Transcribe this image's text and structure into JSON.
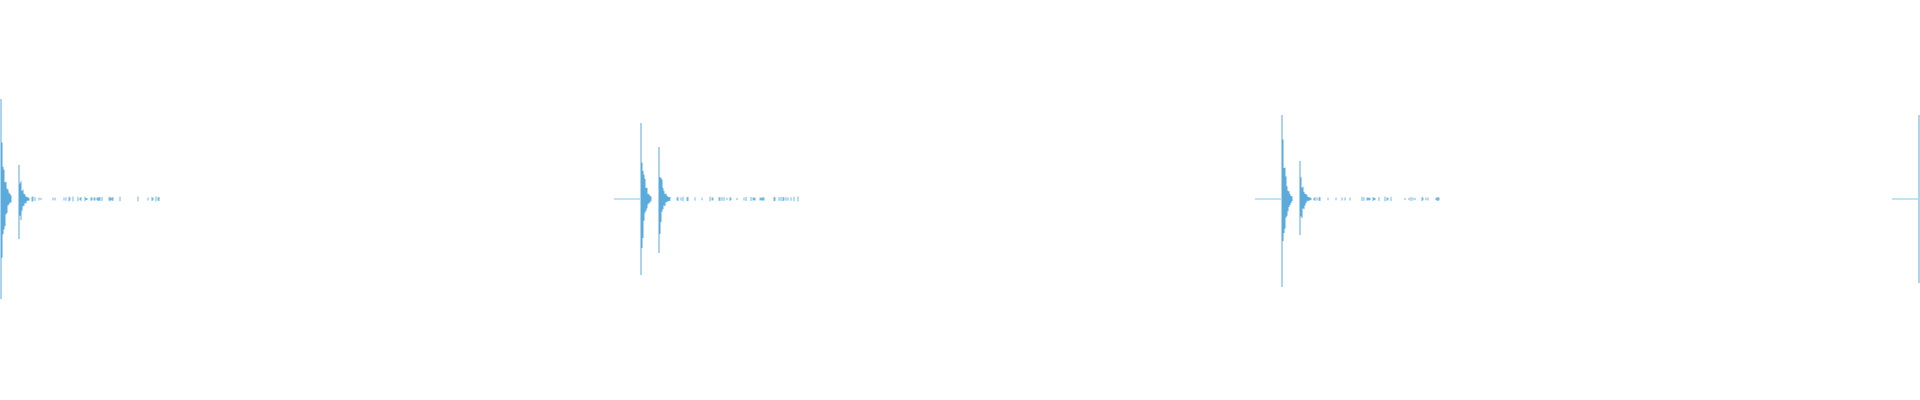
{
  "waveform": {
    "color": "#5aabdb",
    "background": "#ffffff",
    "bursts": [
      {
        "transients": [
          {
            "peak_up": 0.5,
            "peak_down": 0.5
          },
          {
            "peak_up": 0.17,
            "peak_down": 0.2
          }
        ]
      },
      {
        "transients": [
          {
            "peak_up": 0.38,
            "peak_down": 0.38
          },
          {
            "peak_up": 0.26,
            "peak_down": 0.27
          }
        ]
      },
      {
        "transients": [
          {
            "peak_up": 0.42,
            "peak_down": 0.44
          },
          {
            "peak_up": 0.19,
            "peak_down": 0.18
          }
        ]
      },
      {
        "transients": [
          {
            "peak_up": 0.42,
            "peak_down": 0.42
          }
        ]
      }
    ]
  }
}
